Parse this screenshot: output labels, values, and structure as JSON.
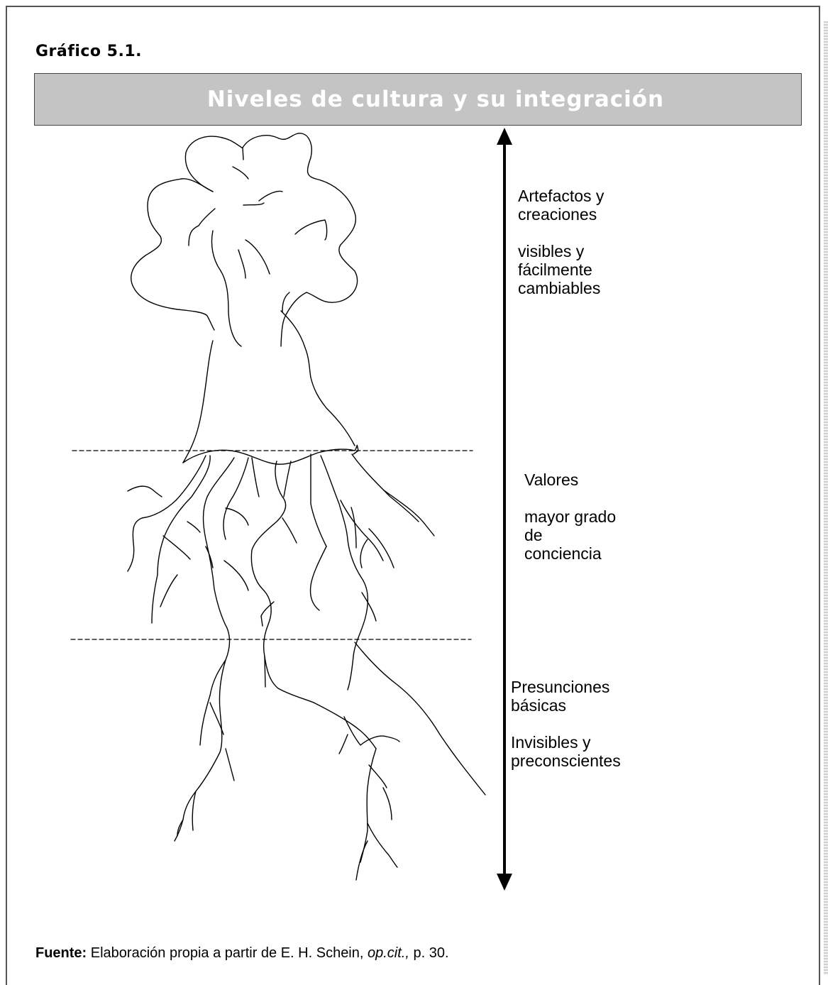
{
  "figure_label": "Gráfico 5.1.",
  "title": "Niveles de cultura y su integración",
  "levels": [
    {
      "heading": "Artefactos y creaciones",
      "description": "visibles y fácilmente cambiables"
    },
    {
      "heading": "Valores",
      "description": "mayor grado de conciencia"
    },
    {
      "heading": "Presunciones básicas",
      "description": "Invisibles y preconscientes"
    }
  ],
  "source": {
    "prefix": "Fuente:",
    "text_before": " Elaboración propia a partir de E. H. Schein, ",
    "italic": "op.cit.,",
    "text_after": " p. 30."
  },
  "colors": {
    "title_bar": "#c4c4c4",
    "title_text": "#ffffff",
    "ink": "#000000"
  }
}
